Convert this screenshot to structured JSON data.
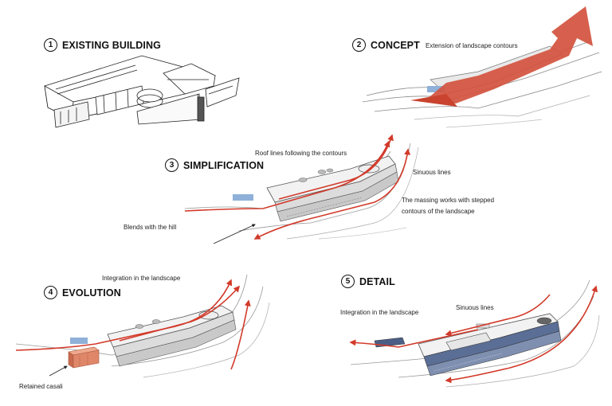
{
  "steps": [
    {
      "number": "1",
      "title": "EXISTING BUILDING"
    },
    {
      "number": "2",
      "title": "CONCEPT"
    },
    {
      "number": "3",
      "title": "SIMPLIFICATION"
    },
    {
      "number": "4",
      "title": "EVOLUTION"
    },
    {
      "number": "5",
      "title": "DETAIL"
    }
  ],
  "annotations": {
    "concept_contours": "Extension of landscape contours",
    "roof_lines": "Roof lines following the contours",
    "sinuous_3": "Sinuous lines",
    "massing": "The massing works with stepped contours of the landscape",
    "blends": "Blends with the hill",
    "integration_4": "Integration in the landscape",
    "retained": "Retained casali",
    "integration_5": "Integration in the landscape",
    "sinuous_5": "Sinuous lines"
  },
  "colors": {
    "accent": "#d23a2a",
    "concept_red": "#d2533e",
    "casali": "#e0876a",
    "pool": "#8fb0d8",
    "glass": "#5a6e96"
  }
}
